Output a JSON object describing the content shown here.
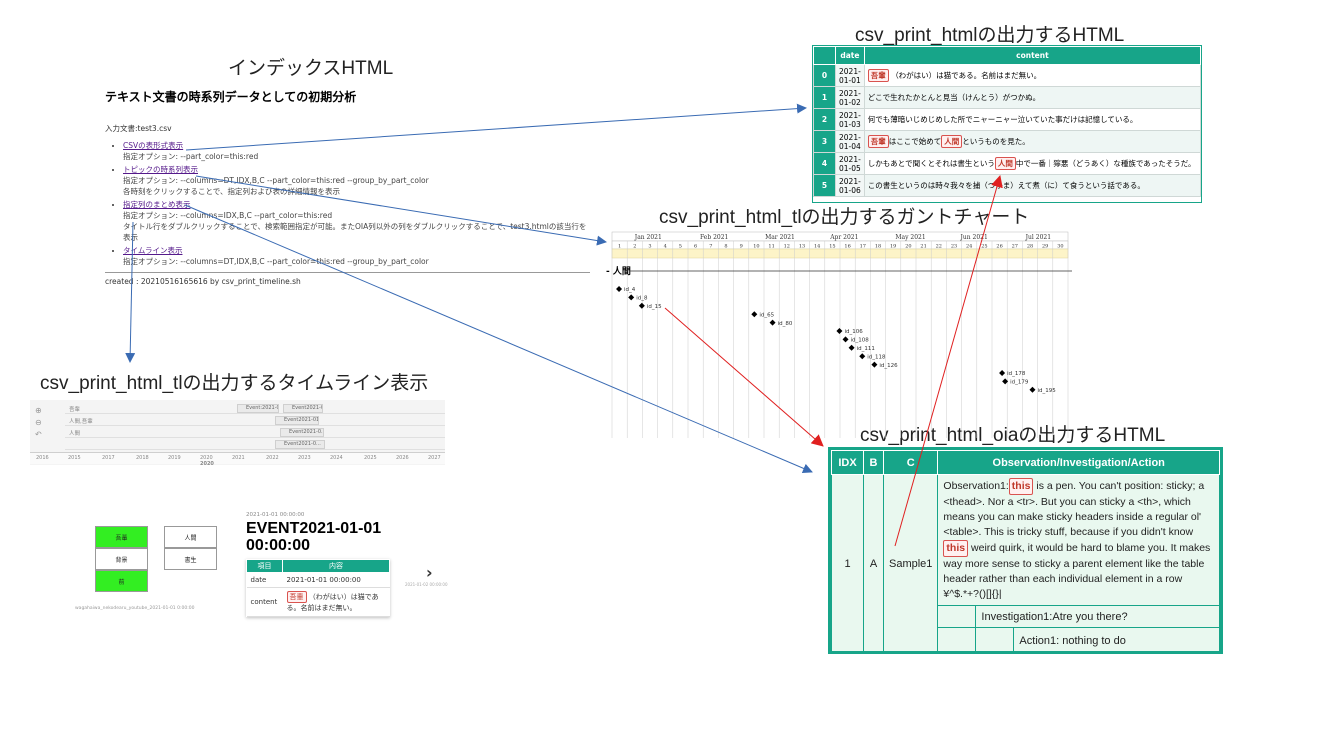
{
  "headings": {
    "index": "インデックスHTML",
    "csv_print_html": "csv_print_htmlの出力するHTML",
    "gantt": "csv_print_html_tlの出力するガントチャート",
    "timeline": "csv_print_html_tlの出力するタイムライン表示",
    "oia": "csv_print_html_oiaの出力するHTML"
  },
  "index": {
    "title": "テキスト文書の時系列データとしての初期分析",
    "input": "入力文書:test3.csv",
    "items": [
      {
        "link": "CSVの表形式表示",
        "opt": "指定オプション: --part_color=this:red"
      },
      {
        "link": "トピックの時系列表示",
        "opt": "指定オプション: --columns=DT,IDX,B,C --part_color=this:red --group_by_part_color",
        "note": "各時刻をクリックすることで、指定列および表の詳細情報を表示"
      },
      {
        "link": "指定列のまとめ表示",
        "opt": "指定オプション: --columns=IDX,B,C --part_color=this:red",
        "note": "タイトル行をダブルクリックすることで、検索範囲指定が可能。またOIA列以外の列をダブルクリックすることで、test3.htmlの該当行を表示"
      },
      {
        "link": "タイムライン表示",
        "opt": "指定オプション: --columns=DT,IDX,B,C --part_color=this:red --group_by_part_color"
      }
    ],
    "footer": "created : 20210516165616 by csv_print_timeline.sh"
  },
  "html_table": {
    "headers": [
      "",
      "date",
      "content"
    ],
    "rows": [
      {
        "idx": "0",
        "date": "2021-01-01",
        "tag": "吾輩",
        "text": "（わがはい）は猫である。名前はまだ無い。"
      },
      {
        "idx": "1",
        "date": "2021-01-02",
        "tag": "",
        "text": "どこで生れたかとんと見当（けんとう）がつかぬ。"
      },
      {
        "idx": "2",
        "date": "2021-01-03",
        "tag": "",
        "text": "何でも薄暗いじめじめした所でニャーニャー泣いていた事だけは記憶している。"
      },
      {
        "idx": "3",
        "date": "2021-01-04",
        "tag": "吾輩",
        "text": "はここで始めて",
        "tag2": "人間",
        "text2": "というものを見た。"
      },
      {
        "idx": "4",
        "date": "2021-01-05",
        "tag": "",
        "text": "しかもあとで聞くとそれは書生という",
        "tag2": "人間",
        "text2": "中で一番｜獰悪（どうあく）な種族であったそうだ。"
      },
      {
        "idx": "5",
        "date": "2021-01-06",
        "tag": "",
        "text": "この書生というのは時々我々を捕（つかま）えて煮（に）て食うという話である。"
      }
    ]
  },
  "gantt": {
    "months": [
      "Jan 2021",
      "Feb 2021",
      "Mar 2021",
      "Apr 2021",
      "May 2021",
      "Jun 2021",
      "Jul 2021"
    ],
    "days": [
      "1",
      "2",
      "3",
      "4",
      "5",
      "6",
      "7",
      "8",
      "9",
      "10",
      "11",
      "12",
      "13",
      "14",
      "15",
      "16",
      "17",
      "18",
      "19",
      "20",
      "21",
      "22",
      "23",
      "24",
      "25",
      "26",
      "27",
      "28",
      "29",
      "30"
    ],
    "group": "人間",
    "markers": [
      {
        "label": "id_4",
        "col": 0.2,
        "row": 0
      },
      {
        "label": "id_8",
        "col": 1.0,
        "row": 1
      },
      {
        "label": "id_15",
        "col": 1.7,
        "row": 2
      },
      {
        "label": "id_65",
        "col": 9.1,
        "row": 3
      },
      {
        "label": "id_80",
        "col": 10.3,
        "row": 4
      },
      {
        "label": "id_106",
        "col": 14.7,
        "row": 5
      },
      {
        "label": "id_108",
        "col": 15.1,
        "row": 6
      },
      {
        "label": "id_111",
        "col": 15.5,
        "row": 7
      },
      {
        "label": "id_118",
        "col": 16.2,
        "row": 8
      },
      {
        "label": "id_126",
        "col": 17.0,
        "row": 9
      },
      {
        "label": "id_178",
        "col": 25.4,
        "row": 10
      },
      {
        "label": "id_179",
        "col": 25.6,
        "row": 11
      },
      {
        "label": "id_195",
        "col": 27.4,
        "row": 12
      }
    ]
  },
  "oia": {
    "headers": [
      "IDX",
      "B",
      "C",
      "Observation/Investigation/Action"
    ],
    "idx": "1",
    "b": "A",
    "c": "Sample1",
    "obs_prefix": "Observation1:",
    "tag": "this",
    "obs_part1": "is a pen. You can't position: sticky; a <thead>. Nor a <tr>. But you can sticky a <th>, which means you can make sticky headers inside a regular ol' <table>. This is tricky stuff, because if you didn't know",
    "obs_part2": "weird quirk, it would be hard to blame you. It makes way more sense to sticky a parent element like the table header rather than each individual element in a row ¥^$.*+?()[]{}|",
    "investigation": "Investigation1:Atre you there?",
    "action": "Action1: nothing to do"
  },
  "timeline": {
    "rows": [
      "吾輩",
      "人間,吾輩",
      "人間"
    ],
    "events": [
      "Event:2021-0...",
      "Event2021-0...",
      "Event2021-01...",
      "Event2021-0...",
      "Event2021-0..."
    ],
    "years": [
      "2016",
      "2015",
      "2017",
      "2018",
      "2019",
      "2020",
      "2021",
      "2022",
      "2023",
      "2024",
      "2025",
      "2026",
      "2027"
    ],
    "bottom_label": "2020"
  },
  "detail": {
    "green_boxes": [
      "吾輩",
      "背景",
      "前"
    ],
    "white_boxes": [
      "人間",
      "書生"
    ],
    "date": "2021-01-01 00:00:00",
    "title": "EVENT2021-01-01 00:00:00",
    "table_headers": [
      "項目",
      "内容"
    ],
    "row_date_label": "date",
    "row_date_value": "2021-01-01 00:00:00",
    "row_content_label": "content",
    "row_content_tag": "吾輩",
    "row_content_value": "（わがはい）は猫である。名前はまだ無い。",
    "caption": "wagahaiwa_nekodearu_youtube_2021-01-01 0:00:00",
    "next_caption": "2021-01-02 00:00:00"
  },
  "colors": {
    "teal": "#17a589",
    "arrow_blue": "#3a6bb3",
    "arrow_red": "#e02020",
    "green_box": "#33ee22",
    "tag_red": "#c0392b"
  }
}
